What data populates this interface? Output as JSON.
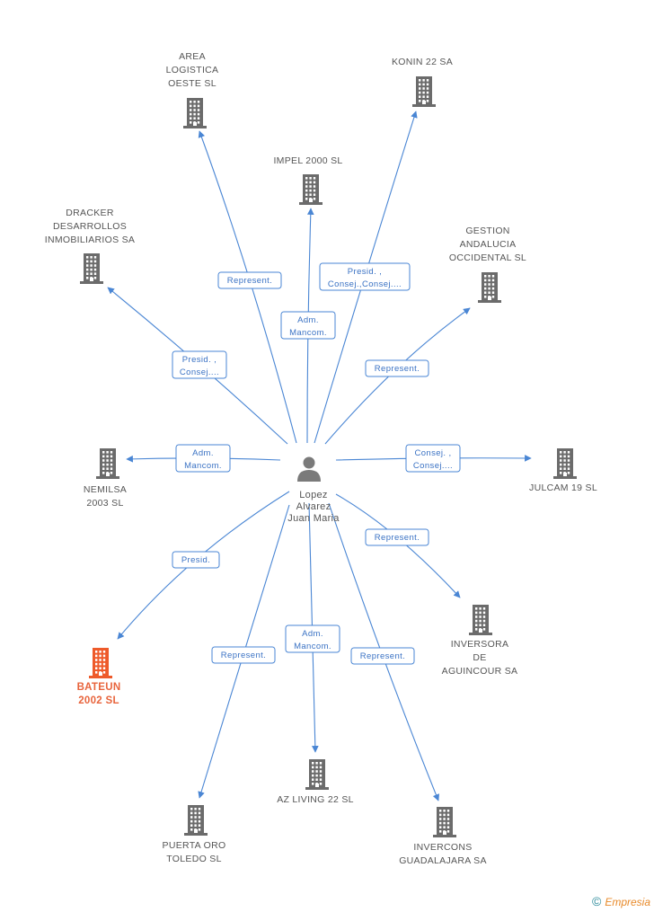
{
  "center": {
    "label_lines": [
      "Lopez",
      "Alvarez",
      "Juan Maria"
    ],
    "icon": "person-icon"
  },
  "nodes": [
    {
      "id": "area",
      "lines": [
        "AREA",
        "LOGISTICA",
        "OESTE SL"
      ],
      "highlight": false
    },
    {
      "id": "konin",
      "lines": [
        "KONIN 22 SA"
      ],
      "highlight": false
    },
    {
      "id": "impel",
      "lines": [
        "IMPEL 2000  SL"
      ],
      "highlight": false
    },
    {
      "id": "dracker",
      "lines": [
        "DRACKER",
        "DESARROLLOS",
        "INMOBILIARIOS SA"
      ],
      "highlight": false
    },
    {
      "id": "gestion",
      "lines": [
        "GESTION",
        "ANDALUCIA",
        "OCCIDENTAL SL"
      ],
      "highlight": false
    },
    {
      "id": "nemilsa",
      "lines": [
        "NEMILSA",
        "2003 SL"
      ],
      "highlight": false
    },
    {
      "id": "julcam",
      "lines": [
        "JULCAM 19 SL"
      ],
      "highlight": false
    },
    {
      "id": "bateun",
      "lines": [
        "BATEUN",
        "2002 SL"
      ],
      "highlight": true
    },
    {
      "id": "inversora",
      "lines": [
        "INVERSORA",
        "DE",
        "AGUINCOUR SA"
      ],
      "highlight": false
    },
    {
      "id": "azliving",
      "lines": [
        "AZ LIVING 22 SL"
      ],
      "highlight": false
    },
    {
      "id": "puerta",
      "lines": [
        "PUERTA ORO",
        "TOLEDO SL"
      ],
      "highlight": false
    },
    {
      "id": "invercons",
      "lines": [
        "INVERCONS",
        "GUADALAJARA SA"
      ],
      "highlight": false
    }
  ],
  "edges": [
    {
      "to": "area",
      "label_lines": [
        "Represent."
      ]
    },
    {
      "to": "konin",
      "label_lines": [
        "Presid. ,",
        "Consej.,Consej...."
      ]
    },
    {
      "to": "impel",
      "label_lines": [
        "Adm.",
        "Mancom."
      ]
    },
    {
      "to": "dracker",
      "label_lines": [
        "Presid. ,",
        "Consej...."
      ]
    },
    {
      "to": "gestion",
      "label_lines": [
        "Represent."
      ]
    },
    {
      "to": "nemilsa",
      "label_lines": [
        "Adm.",
        "Mancom."
      ]
    },
    {
      "to": "julcam",
      "label_lines": [
        "Consej. ,",
        "Consej...."
      ]
    },
    {
      "to": "bateun",
      "label_lines": [
        "Presid."
      ]
    },
    {
      "to": "inversora",
      "label_lines": [
        "Represent."
      ]
    },
    {
      "to": "azliving",
      "label_lines": [
        "Adm.",
        "Mancom."
      ]
    },
    {
      "to": "puerta",
      "label_lines": [
        "Represent."
      ]
    },
    {
      "to": "invercons",
      "label_lines": [
        "Represent."
      ]
    }
  ],
  "colors": {
    "edge": "#4a86d4",
    "building": "#6b6b6b",
    "building_highlight": "#ee5a2a",
    "person": "#7a7a7a"
  },
  "footer": {
    "copyright_symbol": "©",
    "brand": "Empresia"
  }
}
